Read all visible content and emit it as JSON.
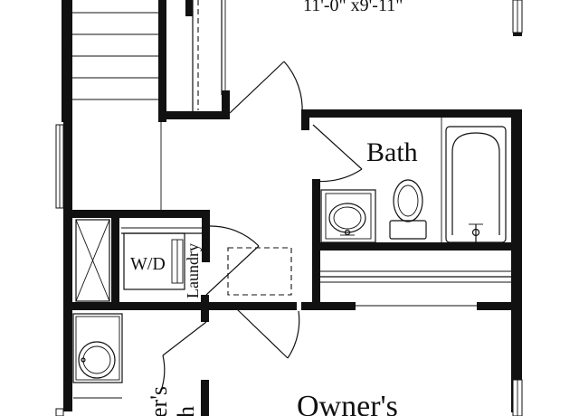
{
  "labels": {
    "top_dimension": "11'-0\" x9'-11\"",
    "bath": "Bath",
    "washer_dryer": "W/D",
    "laundry": "Laundry",
    "owners_room": "Owner's",
    "owners_bath": "er's\nh"
  },
  "colors": {
    "wall": "#111111",
    "background": "#ffffff"
  },
  "icons": [
    "stair-treads",
    "bathtub",
    "toilet",
    "sink",
    "washer-dryer",
    "shower"
  ]
}
